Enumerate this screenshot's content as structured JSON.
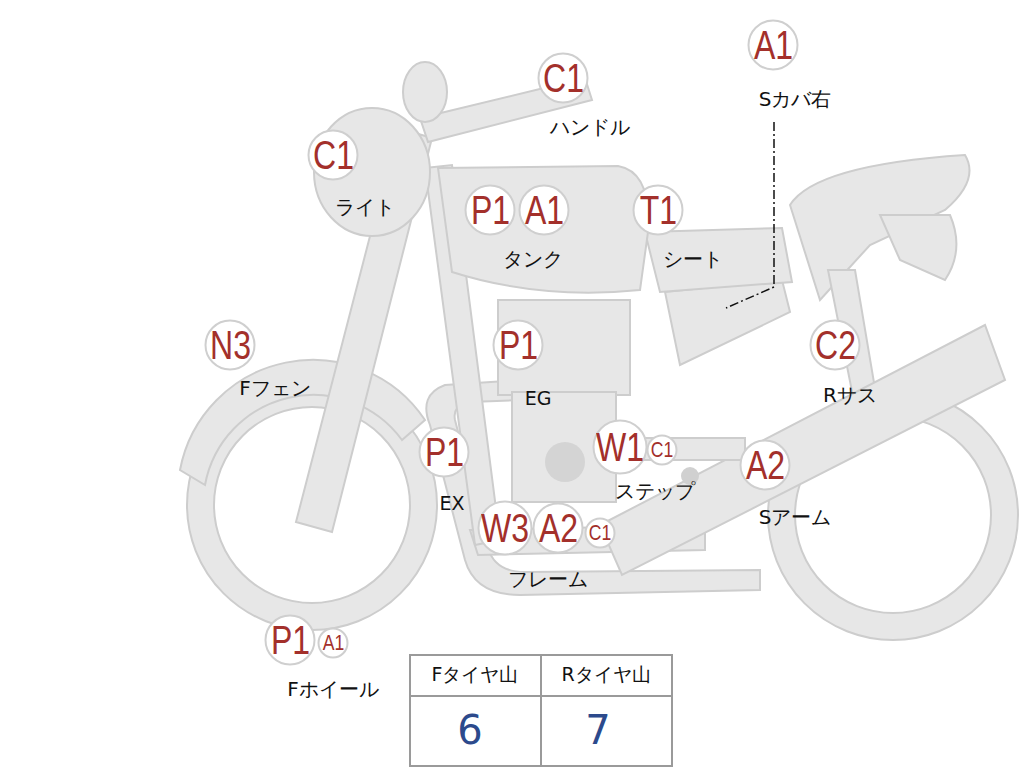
{
  "diagram": {
    "nodes": [
      {
        "text": [
          "A1"
        ]
      },
      {
        "text": [
          "C1"
        ]
      },
      {
        "text": [
          "C1"
        ]
      },
      {
        "text": [
          "P1"
        ]
      },
      {
        "text": [
          "A1"
        ]
      },
      {
        "text": [
          "T1"
        ]
      },
      {
        "text": [
          "N3"
        ]
      },
      {
        "text": [
          "P1"
        ]
      },
      {
        "text": [
          "C2"
        ]
      },
      {
        "text": [
          "P1"
        ]
      },
      {
        "text": [
          "W1"
        ]
      },
      {
        "text": [
          "C1"
        ]
      },
      {
        "text": [
          "A2"
        ]
      },
      {
        "text": [
          "W3"
        ]
      },
      {
        "text": [
          "A2"
        ]
      },
      {
        "text": [
          "C1"
        ]
      },
      {
        "text": [
          "P1"
        ]
      },
      {
        "text": [
          "A1"
        ]
      }
    ],
    "labels": [
      "Sカバ右",
      "ハンドル",
      "ライト",
      "タンク",
      "シート",
      "Fフェン",
      "EG",
      "Rサス",
      "EX",
      "ステップ",
      "Sアーム",
      "フレーム",
      "Fホイール",
      "Fタイヤ山",
      "Rタイヤ山",
      "6",
      "7"
    ]
  }
}
